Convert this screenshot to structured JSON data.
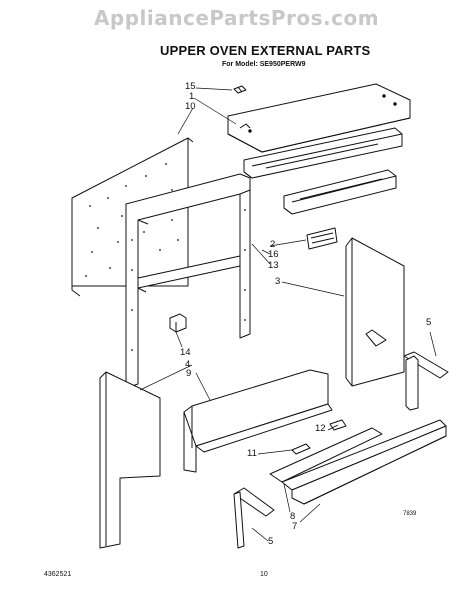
{
  "watermark": "AppliancePartsPros.com",
  "title": "UPPER OVEN EXTERNAL PARTS",
  "model": "For Model: SE950PERW9",
  "callouts": {
    "c15": "15",
    "c1": "1",
    "c10": "10",
    "c2": "2",
    "c16": "16",
    "c13": "13",
    "c3": "3",
    "c5a": "5",
    "c14": "14",
    "c4": "4",
    "c9": "9",
    "c12": "12",
    "c11": "11",
    "c8": "8",
    "c7": "7",
    "c5b": "5"
  },
  "figure_code": "7839",
  "footer": {
    "part_number": "4362521",
    "page_number": "10"
  },
  "colors": {
    "ink": "#111111",
    "watermark": "#c8c8c8"
  }
}
